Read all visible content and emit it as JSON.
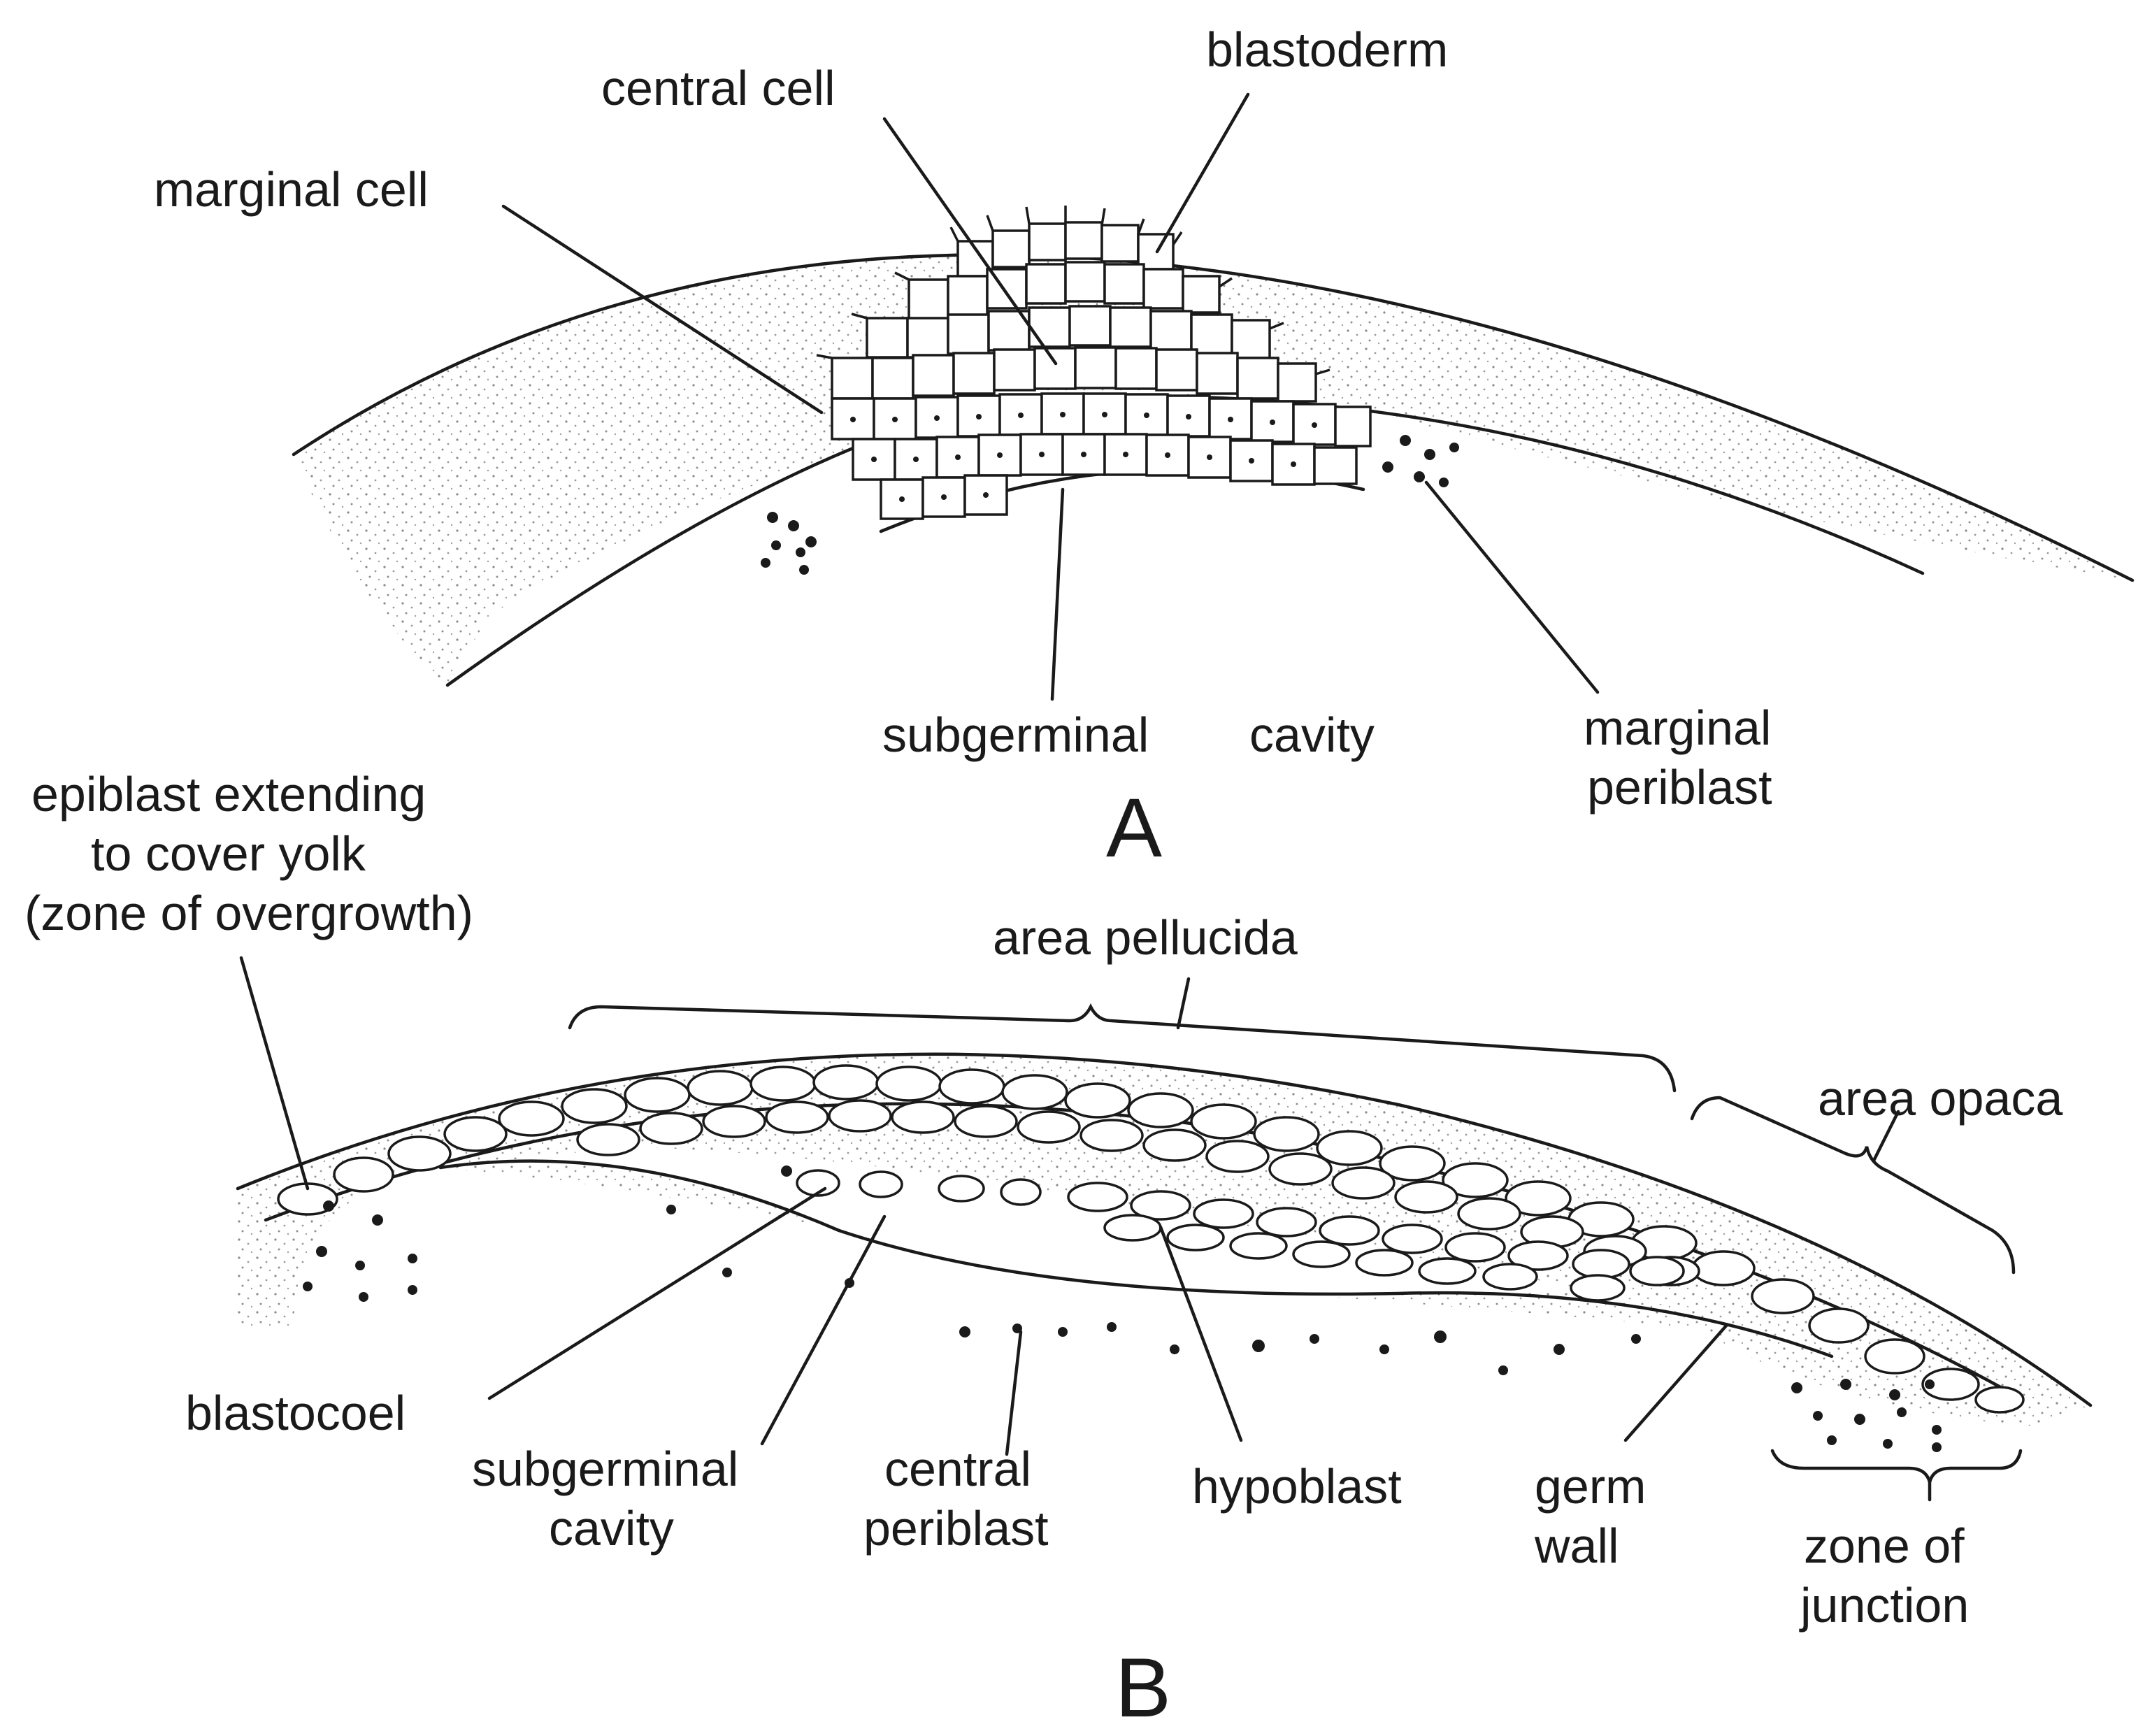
{
  "panel_a": {
    "letter": "A",
    "labels": {
      "central_cell": "central cell",
      "blastoderm": "blastoderm",
      "marginal_cell": "marginal cell",
      "subgerminal": "subgerminal",
      "cavity": "cavity",
      "marginal_periblast_1": "marginal",
      "marginal_periblast_2": "periblast"
    }
  },
  "panel_b": {
    "letter": "B",
    "labels": {
      "epiblast_1": "epiblast extending",
      "epiblast_2": "to cover yolk",
      "epiblast_3": "(zone of overgrowth)",
      "area_pellucida": "area   pellucida",
      "area_opaca": "area  opaca",
      "blastocoel": "blastocoel",
      "subgerminal_1": "subgerminal",
      "subgerminal_2": "cavity",
      "central_periblast_1": "central",
      "central_periblast_2": "periblast",
      "hypoblast": "hypoblast",
      "germ_wall_1": "germ",
      "germ_wall_2": "wall",
      "zone_junction_1": "zone  of",
      "zone_junction_2": "junction"
    }
  }
}
